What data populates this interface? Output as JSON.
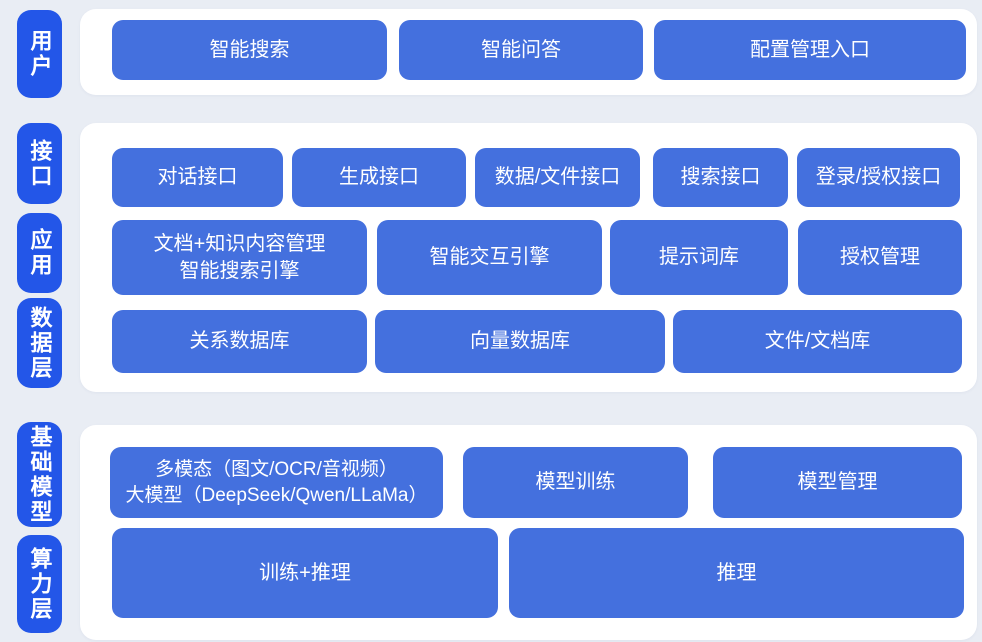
{
  "colors": {
    "background": "#e9edf4",
    "panel": "#ffffff",
    "rail_blue": "#2356e8",
    "node_blue": "#4470de",
    "text_white": "#ffffff"
  },
  "rails": [
    {
      "label": "用户"
    },
    {
      "label": "接口"
    },
    {
      "label": "应用"
    },
    {
      "label": "数据层"
    },
    {
      "label": "基础模型"
    },
    {
      "label": "算力层"
    }
  ],
  "sections": {
    "user": {
      "buttons": [
        {
          "label": "智能搜索"
        },
        {
          "label": "智能问答"
        },
        {
          "label": "配置管理入口"
        }
      ]
    },
    "middle": {
      "interface_row": [
        {
          "label": "对话接口"
        },
        {
          "label": "生成接口"
        },
        {
          "label": "数据/文件接口"
        },
        {
          "label": "搜索接口"
        },
        {
          "label": "登录/授权接口"
        }
      ],
      "application_row": [
        {
          "lines": [
            "文档+知识内容管理",
            "智能搜索引擎"
          ]
        },
        {
          "label": "智能交互引擎"
        },
        {
          "label": "提示词库"
        },
        {
          "label": "授权管理"
        }
      ],
      "data_row": [
        {
          "label": "关系数据库"
        },
        {
          "label": "向量数据库"
        },
        {
          "label": "文件/文档库"
        }
      ]
    },
    "bottom": {
      "model_row": [
        {
          "lines": [
            "多模态（图文/OCR/音视频）",
            "大模型（DeepSeek/Qwen/LLaMa）"
          ]
        },
        {
          "label": "模型训练"
        },
        {
          "label": "模型管理"
        }
      ],
      "compute_row": [
        {
          "label": "训练+推理"
        },
        {
          "label": "推理"
        }
      ]
    }
  }
}
